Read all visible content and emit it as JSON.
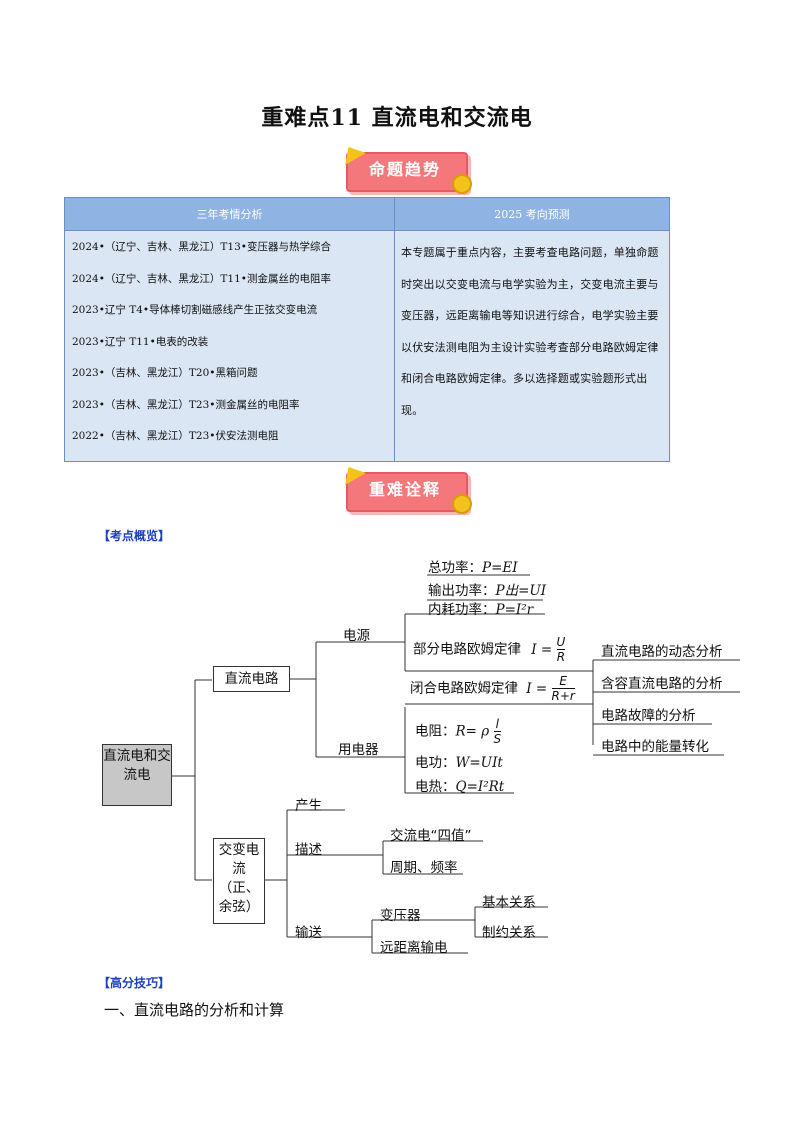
{
  "title": "重难点11  直流电和交流电",
  "badges": {
    "trend": "命题趋势",
    "explain": "重难诠释"
  },
  "table": {
    "col_left": "三年考情分析",
    "col_right": "2025 考向预测",
    "left_rows": [
      "2024•（辽宁、吉林、黑龙江）T13•变压器与热学综合",
      "2024•（辽宁、吉林、黑龙江）T11•测金属丝的电阻率",
      "2023•辽宁 T4•导体棒切割磁感线产生正弦交变电流",
      "2023•辽宁 T11•电表的改装",
      "2023•（吉林、黑龙江）T20•黑箱问题",
      "2023•（吉林、黑龙江）T23•测金属丝的电阻率",
      "2022•（吉林、黑龙江）T23•伏安法测电阻"
    ],
    "right_text": "本专题属于重点内容，主要考查电路问题，单独命题时突出以交变电流与电学实验为主，交变电流主要与变压器，远距离输电等知识进行综合，电学实验主要以伏安法测电阻为主设计实验考查部分电路欧姆定律和闭合电路欧姆定律。多以选择题或实验题形式出现。"
  },
  "sections": {
    "overview": "【考点概览】",
    "skills": "【高分技巧】",
    "heading_1": "一、直流电路的分析和计算"
  },
  "mindmap": {
    "root": "直流电和交流电",
    "dc": "直流电路",
    "ac": "交变电流（正、余弦）",
    "power_source": "电源",
    "appliance": "用电器",
    "total_power": "总功率：",
    "total_power_f": "P=EI",
    "output_power": "输出功率：",
    "output_power_f": "P出=UI",
    "internal_power": "内耗功率：",
    "internal_power_f": "P=I²r",
    "partial_ohm": "部分电路欧姆定律",
    "closed_ohm": "闭合电路欧姆定律",
    "resistance": "电阻：",
    "work": "电功：",
    "work_f": "W=UIt",
    "heat": "电热：",
    "heat_f": "Q=I²Rt",
    "dc_apps": [
      "直流电路的动态分析",
      "含容直流电路的分析",
      "电路故障的分析",
      "电路中的能量转化"
    ],
    "ac_gen": "产生",
    "ac_desc": "描述",
    "ac_four": "交流电“四值”",
    "ac_period": "周期、频率",
    "ac_trans": "输送",
    "transformer": "变压器",
    "long_dist": "远距离输电",
    "basic_rel": "基本关系",
    "constraint_rel": "制约关系"
  }
}
